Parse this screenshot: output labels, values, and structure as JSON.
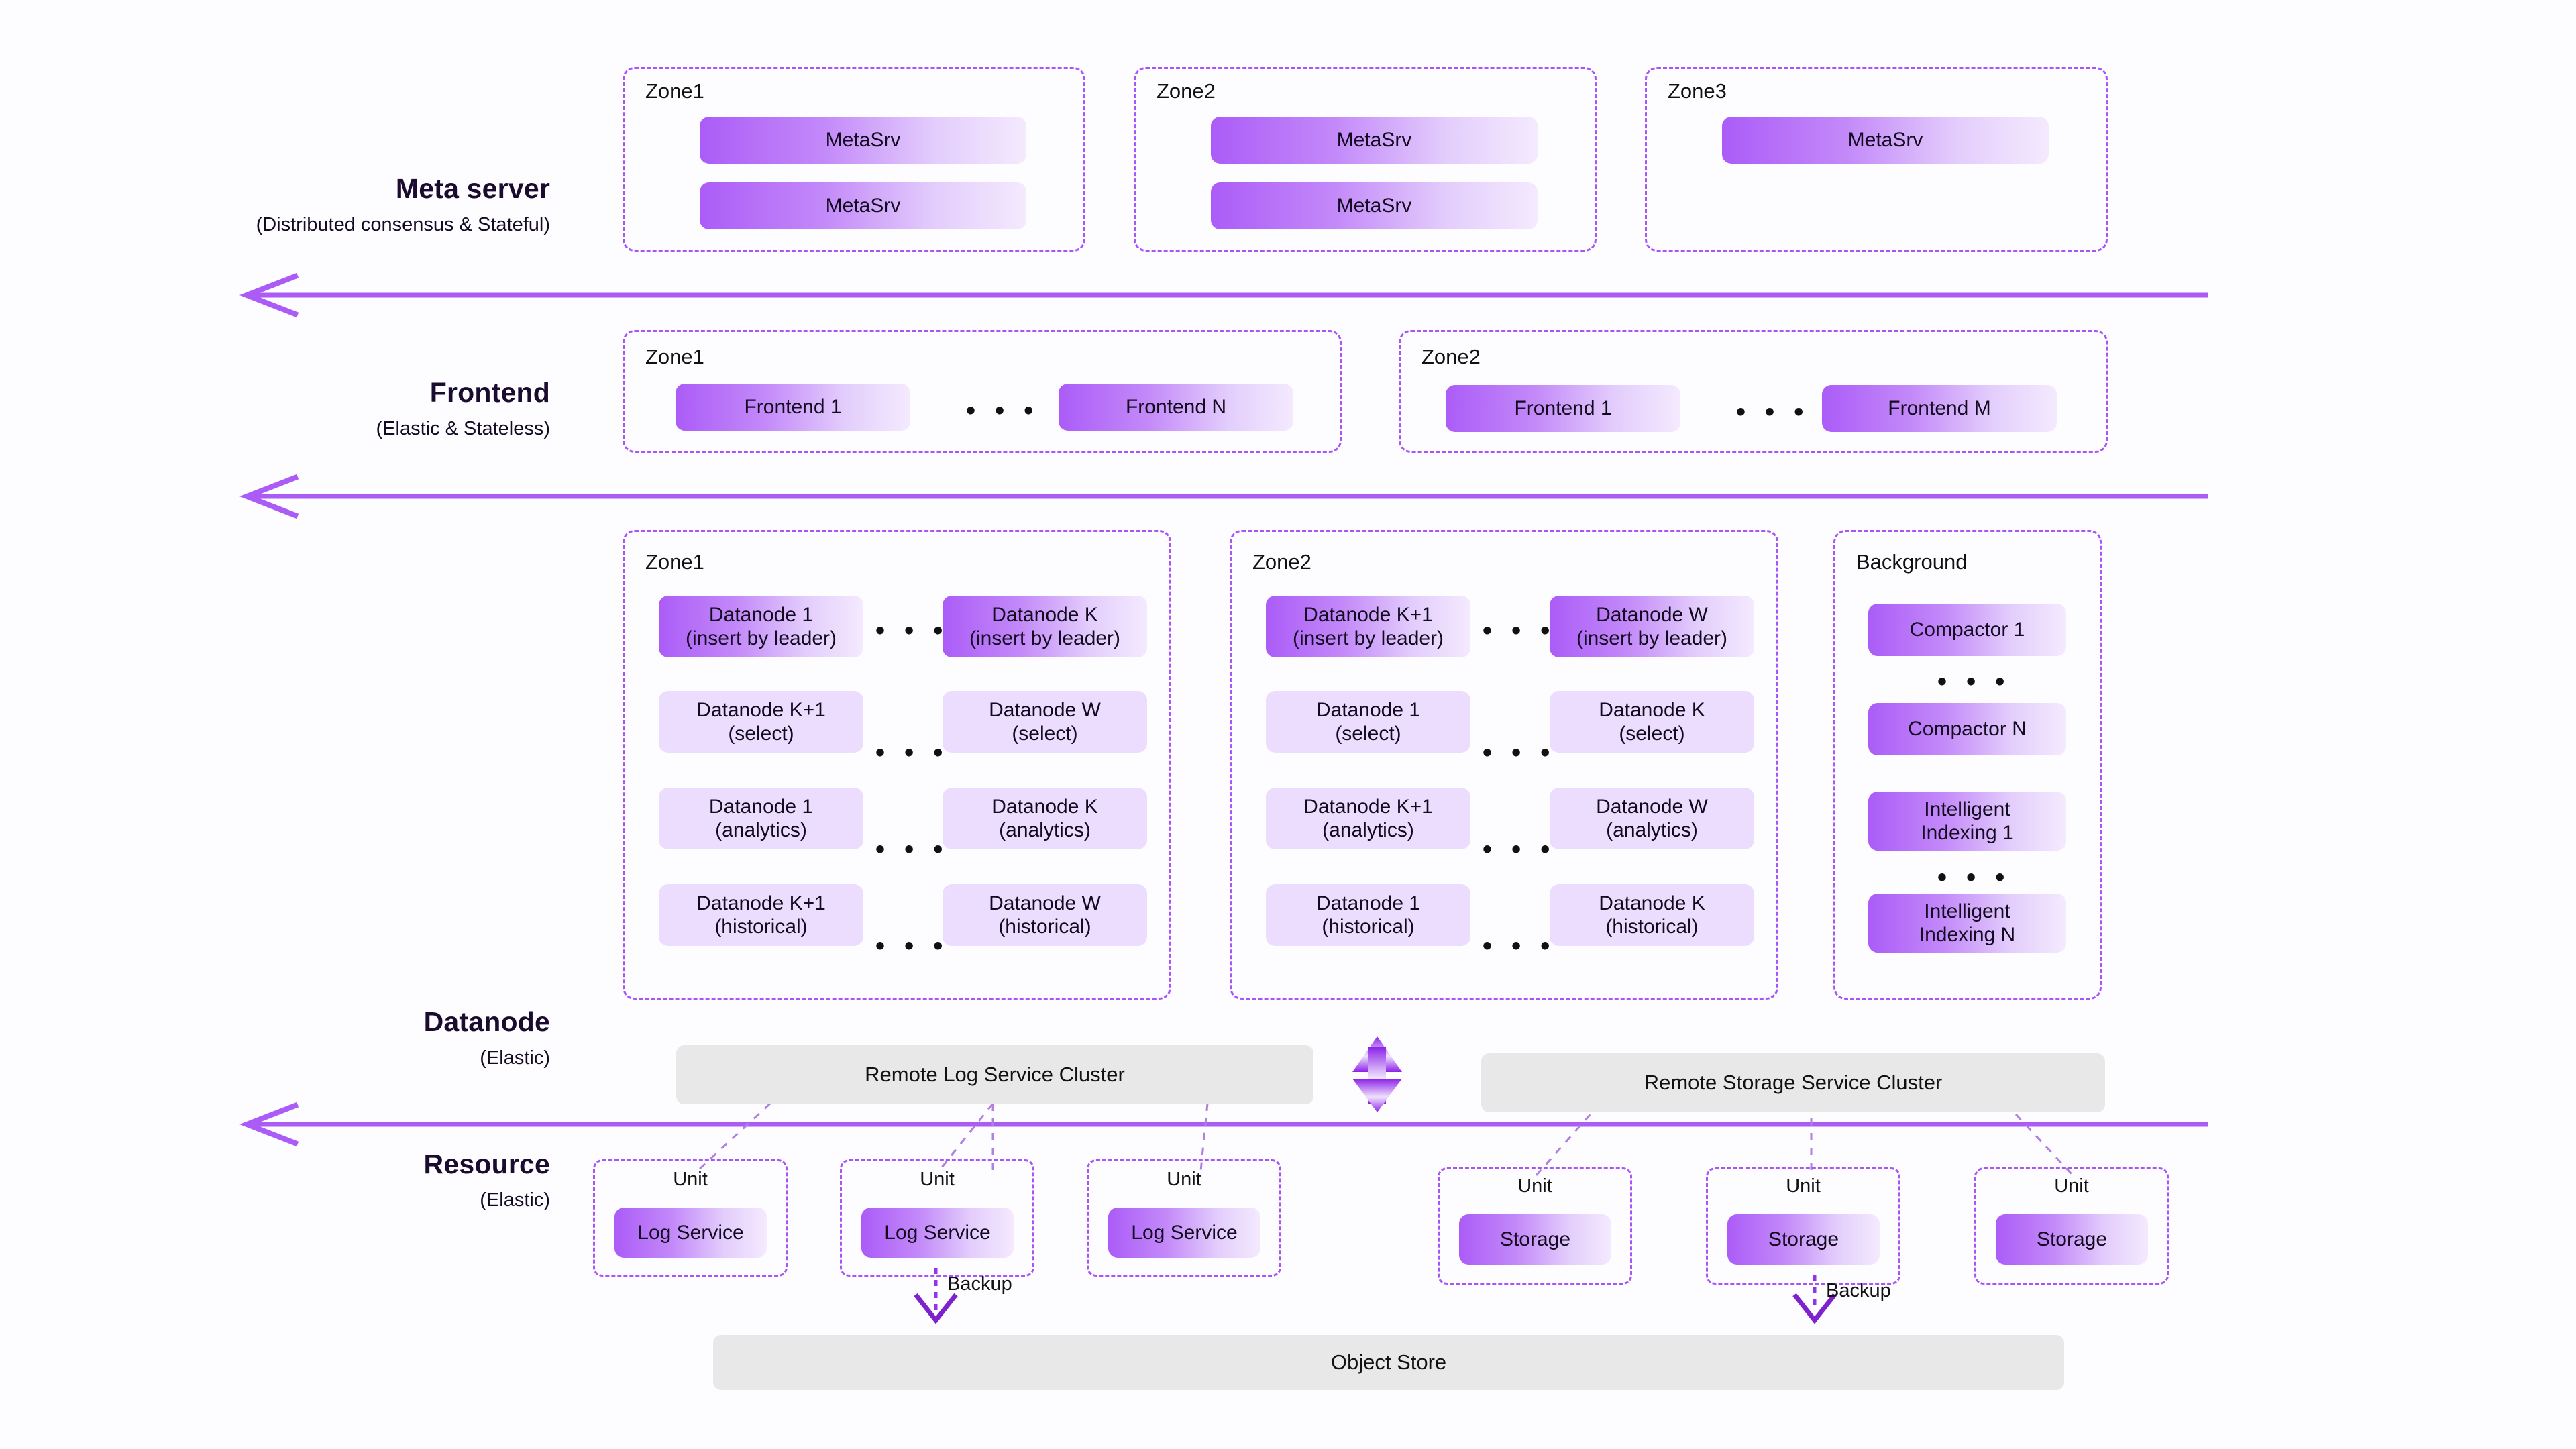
{
  "diagram": {
    "title": "Distributed database cluster architecture",
    "accent_color": "#a855f7",
    "chip_gradient_from": "#ab5cf7",
    "chip_gradient_to": "#f4eafe",
    "pale_chip_color": "#ecdcfd",
    "grey_bar_color": "#e8e8e9",
    "background_color": "#fdfcff"
  },
  "tiers": [
    {
      "title": "Meta server",
      "subtitle": "(Distributed consensus & Stateful)"
    },
    {
      "title": "Frontend",
      "subtitle": "(Elastic & Stateless)"
    },
    {
      "title": "Datanode",
      "subtitle": "(Elastic)"
    },
    {
      "title": "Resource",
      "subtitle": "(Elastic)"
    }
  ],
  "meta_server": {
    "zones": [
      {
        "name": "Zone1",
        "nodes": [
          "MetaSrv",
          "MetaSrv"
        ]
      },
      {
        "name": "Zone2",
        "nodes": [
          "MetaSrv",
          "MetaSrv"
        ]
      },
      {
        "name": "Zone3",
        "nodes": [
          "MetaSrv"
        ]
      }
    ]
  },
  "frontend": {
    "ellipsis": "• • •",
    "zones": [
      {
        "name": "Zone1",
        "first": "Frontend 1",
        "last": "Frontend N"
      },
      {
        "name": "Zone2",
        "first": "Frontend 1",
        "last": "Frontend M"
      }
    ]
  },
  "datanode": {
    "ellipsis": "• • •",
    "zones": [
      {
        "name": "Zone1",
        "rows": [
          {
            "left_line1": "Datanode 1",
            "left_line2": "(insert by leader)",
            "right_line1": "Datanode K",
            "right_line2": "(insert by leader)",
            "highlight": true
          },
          {
            "left_line1": "Datanode K+1",
            "left_line2": "(select)",
            "right_line1": "Datanode W",
            "right_line2": "(select)",
            "highlight": false
          },
          {
            "left_line1": "Datanode 1",
            "left_line2": "(analytics)",
            "right_line1": "Datanode K",
            "right_line2": "(analytics)",
            "highlight": false
          },
          {
            "left_line1": "Datanode K+1",
            "left_line2": "(historical)",
            "right_line1": "Datanode W",
            "right_line2": "(historical)",
            "highlight": false
          }
        ]
      },
      {
        "name": "Zone2",
        "rows": [
          {
            "left_line1": "Datanode K+1",
            "left_line2": "(insert by leader)",
            "right_line1": "Datanode W",
            "right_line2": "(insert by leader)",
            "highlight": true
          },
          {
            "left_line1": "Datanode 1",
            "left_line2": "(select)",
            "right_line1": "Datanode K",
            "right_line2": "(select)",
            "highlight": false
          },
          {
            "left_line1": "Datanode K+1",
            "left_line2": "(analytics)",
            "right_line1": "Datanode W",
            "right_line2": "(analytics)",
            "highlight": false
          },
          {
            "left_line1": "Datanode 1",
            "left_line2": "(historical)",
            "right_line1": "Datanode K",
            "right_line2": "(historical)",
            "highlight": false
          }
        ]
      }
    ],
    "background": {
      "name": "Background",
      "ellipsis": "• • •",
      "items": [
        {
          "line1": "Compactor 1"
        },
        {
          "line1": "Compactor N"
        },
        {
          "line1": "Intelligent",
          "line2": "Indexing 1"
        },
        {
          "line1": "Intelligent",
          "line2": "Indexing N"
        }
      ]
    }
  },
  "resource": {
    "log_cluster_label": "Remote Log Service Cluster",
    "storage_cluster_label": "Remote Storage Service Cluster",
    "unit_label": "Unit",
    "backup_label": "Backup",
    "object_store_label": "Object  Store",
    "log_units": [
      {
        "unit": "Unit",
        "service": "Log Service"
      },
      {
        "unit": "Unit",
        "service": "Log Service"
      },
      {
        "unit": "Unit",
        "service": "Log Service"
      }
    ],
    "storage_units": [
      {
        "unit": "Unit",
        "service": "Storage"
      },
      {
        "unit": "Unit",
        "service": "Storage"
      },
      {
        "unit": "Unit",
        "service": "Storage"
      }
    ]
  }
}
